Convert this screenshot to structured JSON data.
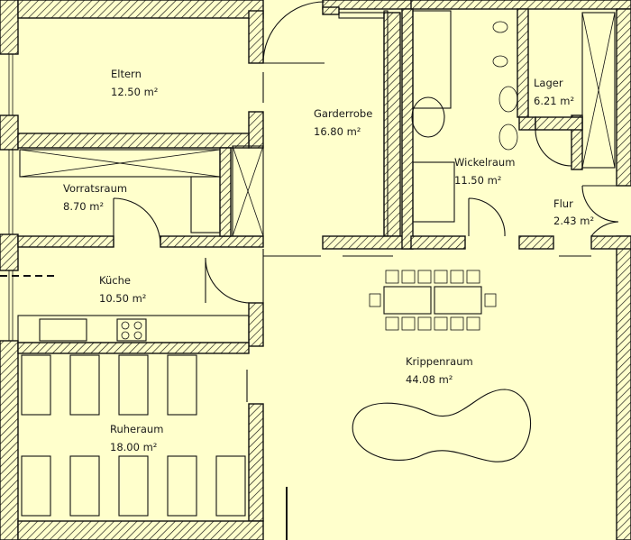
{
  "rooms": [
    {
      "key": "eltern",
      "name": "Eltern",
      "area": "12.50 m²"
    },
    {
      "key": "garderobe",
      "name": "Garderrobe",
      "area": "16.80 m²"
    },
    {
      "key": "lager",
      "name": "Lager",
      "area": "6.21 m²"
    },
    {
      "key": "wickelraum",
      "name": "Wickelraum",
      "area": "11.50 m²"
    },
    {
      "key": "flur",
      "name": "Flur",
      "area": "2.43 m²"
    },
    {
      "key": "vorratsraum",
      "name": "Vorratsraum",
      "area": "8.70 m²"
    },
    {
      "key": "kueche",
      "name": "Küche",
      "area": "10.50 m²"
    },
    {
      "key": "ruheraum",
      "name": "Ruheraum",
      "area": "18.00 m²"
    },
    {
      "key": "krippenraum",
      "name": "Krippenraum",
      "area": "44.08 m²"
    }
  ],
  "colors": {
    "background": "#ffffcc",
    "lines": "#111111"
  }
}
